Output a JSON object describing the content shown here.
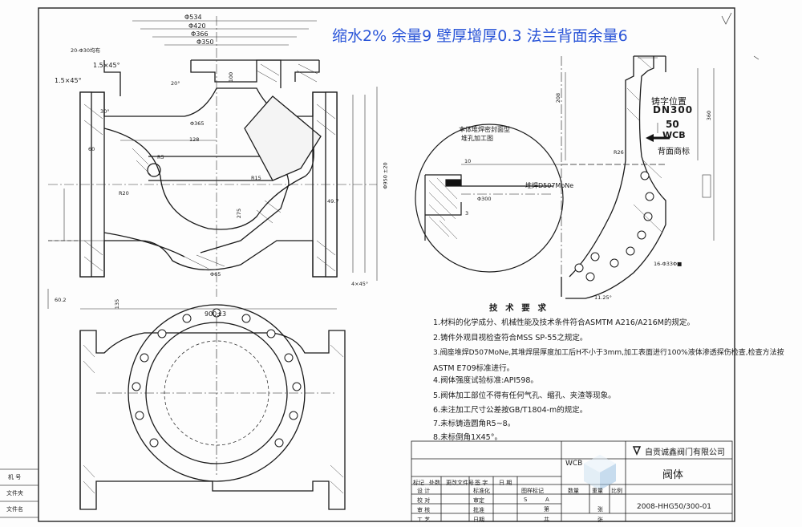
{
  "overlay_title": "缩水2%  余量9 壁厚增厚0.3  法兰背面余量6",
  "callouts": {
    "dia_534": "Φ534",
    "dia_420": "Φ420",
    "dia_366": "Φ366",
    "dia_350": "Φ350",
    "holes_top": "20-Φ30均布",
    "chamfer_1": "1.5×45°",
    "chamfer_2": "1.5×45°",
    "dim_100": "100",
    "dim_900": "900±3",
    "dia_365": "Φ365",
    "dia_950": "Φ950 ±20",
    "dim_128": "128",
    "dim_60": "60",
    "dim_275": "275",
    "dim_497": "49.7",
    "r15": "R15",
    "r20": "R20",
    "r5": "R5",
    "r65": "Φ65",
    "dim_602": "60.2",
    "dim_135": "135",
    "chamfer_4": "4×45°",
    "angle_20": "20°",
    "angle_30": "30°"
  },
  "detail": {
    "title": "本体堆焊密封面型",
    "subtitle": "堆孔加工图",
    "weld_label": "堆焊D507MoNe",
    "dim_10": "10",
    "dia_300": "Φ300",
    "dim_3": "3"
  },
  "side_view": {
    "cast_pos_label": "铸字位置",
    "cast_dn": "DN300",
    "cast_pressure": "50",
    "cast_material": "WCB",
    "cast_arrow_label": "背面商标",
    "r26": "R26",
    "dim_360": "360",
    "dim_208": "208",
    "holes": "16-Φ33Φ■",
    "angle_225": "11.25°"
  },
  "tech": {
    "heading": "技 术 要 求",
    "items": [
      "1.材料的化学成分、机械性能及技术条件符合ASMTM A216/A216M的规定。",
      "2.铸件外观目视检查符合MSS SP-55之规定。",
      "3.阀座堆焊D507MoNe,其堆焊层厚度加工后H不小于3mm,加工表面进行100%液体渗透探伤检查,检查方法按",
      "   ASTM E709标准进行。",
      "4.阀体强度试验标准:API598。",
      "5.阀体加工部位不得有任何气孔、缩孔、夹渣等现象。",
      "6.未注加工尺寸公差按GB/T1804-m的规定。",
      "7.未标铸造圆角R5~8。",
      "8.未标倒角1X45°。"
    ]
  },
  "title_block": {
    "company": "自贡诚鑫阀门有限公司",
    "material": "WCB",
    "part_name": "阀体",
    "drawing_no": "2008-HHG50/300-01",
    "col_headers": [
      "标记",
      "处数",
      "更改文件号",
      "签 字",
      "日 期"
    ],
    "row_labels": [
      "设 计",
      "校 对",
      "审 核",
      "工 艺"
    ],
    "mid_labels": [
      "标准化",
      "审定",
      "批准",
      "日期"
    ],
    "stage_labels": [
      "图样标记",
      "数量",
      "重量",
      "比例"
    ],
    "sheet_label": "第",
    "sheet_of": "张",
    "total_label": "共",
    "stage_s": "S",
    "stage_a": "A"
  },
  "left_margin": {
    "labels": [
      "机 号",
      "文件夹",
      "文件名"
    ]
  }
}
